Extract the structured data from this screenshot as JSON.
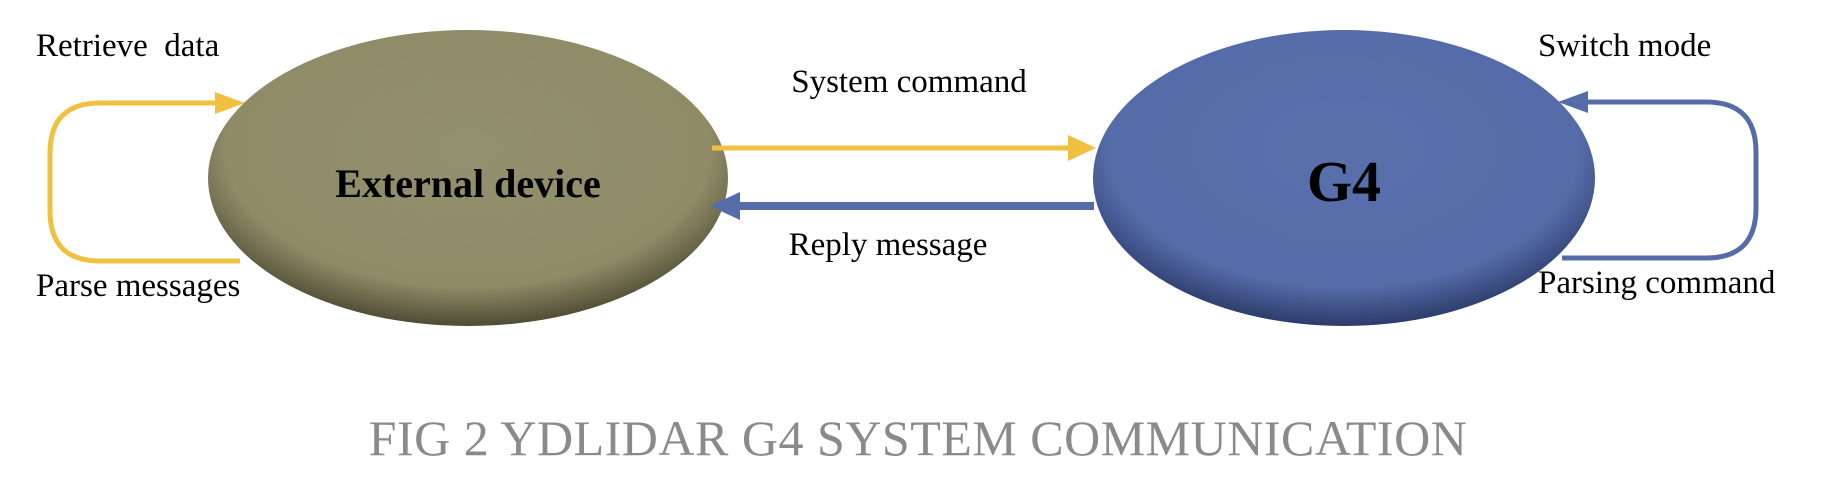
{
  "nodes": {
    "external_device": {
      "label": "External device",
      "color": "#8f8b67"
    },
    "g4": {
      "label": "G4",
      "color": "#566ca9"
    }
  },
  "arrows": {
    "system_command": {
      "label": "System command",
      "color": "#f0c040"
    },
    "reply_message": {
      "label": "Reply message",
      "color": "#566ca9"
    }
  },
  "loops": {
    "external_top_label": "Retrieve  data",
    "external_bottom_label": "Parse messages",
    "external_color": "#f0c040",
    "g4_top_label": "Switch mode",
    "g4_bottom_label": "Parsing command",
    "g4_color": "#566ca9"
  },
  "caption": {
    "text": "FIG 2 YDLIDAR G4 SYSTEM COMMUNICATION",
    "color": "#8a8a8a"
  }
}
